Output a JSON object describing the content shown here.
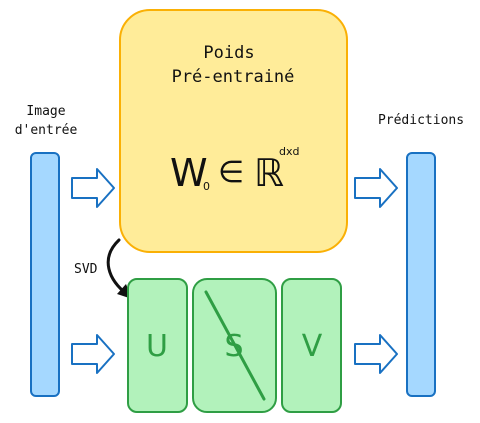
{
  "input_label": [
    "Image",
    "d'entrée"
  ],
  "output_label": "Prédictions",
  "weights_block": {
    "title_line1": "Poids",
    "title_line2": "Pré-entrainé",
    "formula_W": "W",
    "formula_sub": "0",
    "formula_in": "∈",
    "formula_R": "ℝ",
    "formula_sup": "dxd"
  },
  "svd_label": "SVD",
  "svd_matrices": [
    "U",
    "S",
    "V"
  ],
  "colors": {
    "weights_fill": "#ffec99",
    "weights_stroke": "#fab005",
    "bar_fill": "#a5d8ff",
    "bar_stroke": "#1971c2",
    "matrix_fill": "#b2f2bb",
    "matrix_stroke": "#2f9e44"
  }
}
